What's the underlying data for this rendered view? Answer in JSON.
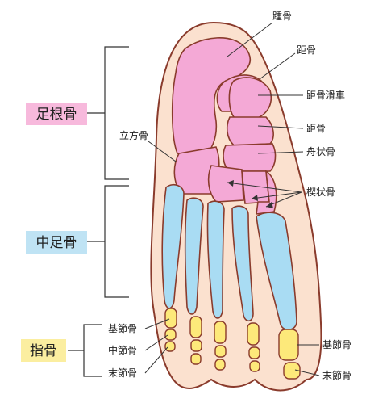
{
  "groups": {
    "tarsal": {
      "label": "足根骨",
      "color": "#f7b9dc"
    },
    "metatarsal": {
      "label": "中足骨",
      "color": "#bfe3f4"
    },
    "phalanges": {
      "label": "指骨",
      "color": "#fbeea0"
    }
  },
  "labels": {
    "calcaneus": "踵骨",
    "talus": "距骨",
    "trochlea": "距骨滑車",
    "talus_head": "距骨",
    "navicular": "舟状骨",
    "cuneiform": "楔状骨",
    "cuboid": "立方骨",
    "left_proximal": "基節骨",
    "left_middle": "中節骨",
    "left_distal": "末節骨",
    "right_proximal": "基節骨",
    "right_distal": "末節骨"
  },
  "colors": {
    "skin": "#fbe1cf",
    "outline": "#8a3b2c",
    "tarsal_fill": "#f4a9d6",
    "metatarsal_fill": "#a9dcf3",
    "phalanx_fill": "#fde97a",
    "line": "#333333"
  }
}
